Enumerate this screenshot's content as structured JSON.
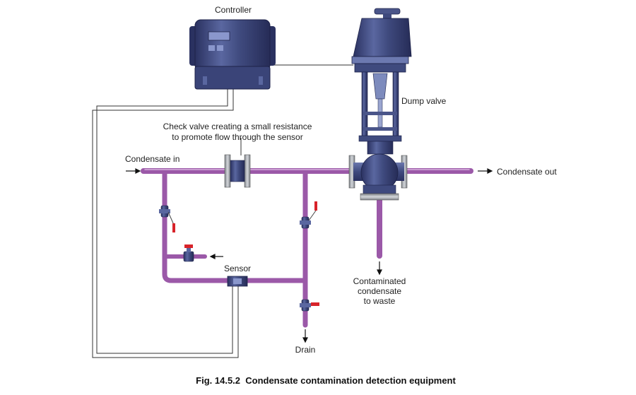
{
  "labels": {
    "controller": "Controller",
    "dump_valve": "Dump valve",
    "check_valve_line1": "Check valve creating a small resistance",
    "check_valve_line2": "to promote flow through the sensor",
    "condensate_in": "Condensate in",
    "condensate_out": "Condensate out",
    "sensor": "Sensor",
    "contaminated_line1": "Contaminated",
    "contaminated_line2": "condensate",
    "contaminated_line3": "to waste",
    "drain": "Drain"
  },
  "caption": "Fig. 14.5.2  Condensate contamination detection equipment",
  "colors": {
    "pipe": "#9b59a8",
    "equipment_body": "#3f4a7e",
    "equipment_dark": "#2a3160",
    "equipment_light": "#7d8bbd",
    "flange": "#a9adb3",
    "handle_red": "#d8232a"
  }
}
